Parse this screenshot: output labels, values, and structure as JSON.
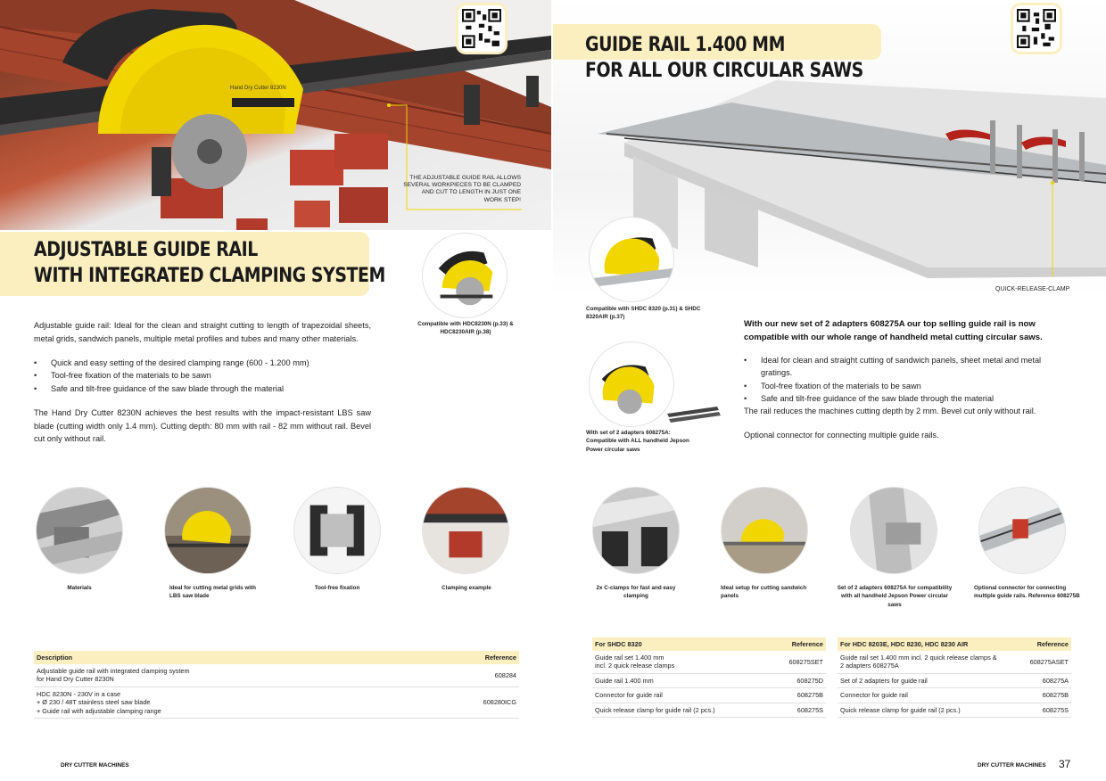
{
  "left": {
    "callout": "THE ADJUSTABLE GUIDE RAIL ALLOWS SEVERAL WORKPIECES TO BE CLAMPED AND CUT TO LENGTH IN JUST ONE WORK STEP!",
    "title_line1": "ADJUSTABLE GUIDE RAIL",
    "title_line2": "WITH INTEGRATED CLAMPING SYSTEM",
    "intro": "Adjustable guide rail: Ideal for the clean and straight cutting to length of trapezoidal sheets, metal grids, sandwich panels, multiple metal profiles and tubes and many other materials.",
    "bullets": [
      "Quick and easy setting of the desired clamping range (600 - 1.200 mm)",
      "Tool-free fixation of the materials to be sawn",
      "Safe and tilt-free guidance of the saw blade through the material"
    ],
    "paragraph": "The Hand Dry Cutter 8230N achieves the best results with the impact-resistant LBS saw blade (cutting width only 1.4 mm). Cutting depth: 80 mm with rail - 82 mm without rail. Bevel cut only without rail.",
    "compat_caption": "Compatible with HDC8230N (p.33) & HDC8230AIR (p.38)",
    "circles": [
      {
        "caption": "Materials"
      },
      {
        "caption": "Ideal for cutting metal grids with LBS saw blade"
      },
      {
        "caption": "Tool-free fixation"
      },
      {
        "caption": "Clamping example"
      }
    ],
    "table": {
      "headers": [
        "Description",
        "Reference"
      ],
      "rows": [
        {
          "desc": "Adjustable guide rail with integrated clamping system\nfor Hand Dry Cutter 8230N",
          "ref": "608284"
        },
        {
          "desc": "HDC 8230N - 230V in a case\n+ Ø 230 / 48T stainless steel saw blade\n+ Guide rail with adjustable clamping range",
          "ref": "608280ICG"
        }
      ]
    },
    "footer": "DRY CUTTER MACHINES"
  },
  "right": {
    "title_line1": "GUIDE RAIL 1.400 MM",
    "title_line2": "FOR ALL OUR CIRCULAR SAWS",
    "photo_label": "QUICK-RELEASE-CLAMP",
    "compat_caption_1": "Compatible with SHDC 8320 (p.31) & SHDC 8320AIR (p.37)",
    "compat_caption_2": "With set of 2 adapters 608275A: Compatible with ALL handheld Jepson Power circular saws",
    "lead": "With our new set of 2 adapters 608275A our top selling guide rail is now compatible with our whole range of handheld metal cutting circular saws.",
    "bullets": [
      "Ideal for clean and straight cutting of sandwich panels, sheet metal and metal gratings.",
      "Tool-free fixation of the materials to be sawn",
      "Safe and tilt-free guidance of the saw blade through the material"
    ],
    "para1": "The rail reduces the machines cutting depth by 2 mm. Bevel cut only without rail.",
    "para2": "Optional connector for connecting multiple guide rails.",
    "circles": [
      {
        "caption": "2x C-clamps for fast and easy clamping"
      },
      {
        "caption": "Ideal setup for cutting sandwich panels"
      },
      {
        "caption": "Set of 2 adapters 608275A for compatibility with all handheld Jepson Power circular saws"
      },
      {
        "caption": "Optional connector for connecting multiple guide rails. Reference 608275B"
      }
    ],
    "table1": {
      "headers": [
        "For SHDC 8320",
        "Reference"
      ],
      "rows": [
        {
          "desc": "Guide rail set 1.400 mm\nincl. 2 quick release clamps",
          "ref": "608275SET"
        },
        {
          "desc": "Guide rail 1.400 mm",
          "ref": "608275D"
        },
        {
          "desc": "Connector for guide rail",
          "ref": "608275B"
        },
        {
          "desc": "Quick release clamp for guide rail (2 pcs.)",
          "ref": "608275S"
        }
      ]
    },
    "table2": {
      "headers": [
        "For HDC 8203E, HDC 8230, HDC 8230 AIR",
        "Reference"
      ],
      "rows": [
        {
          "desc": "Guide rail set 1.400 mm incl. 2 quick release clamps &\n2 adapters 608275A",
          "ref": "608275ASET"
        },
        {
          "desc": "Set of 2 adapters for guide rail",
          "ref": "608275A"
        },
        {
          "desc": "Connector for guide rail",
          "ref": "608275B"
        },
        {
          "desc": "Quick release clamp for guide rail (2 pcs.)",
          "ref": "608275S"
        }
      ]
    },
    "footer": "DRY CUTTER MACHINES",
    "page_number": "37"
  },
  "colors": {
    "banner": "#fbefc0",
    "saw_yellow": "#f2d600",
    "rail_gray": "#b9bcbf",
    "profile_red": "#b23a2a"
  }
}
